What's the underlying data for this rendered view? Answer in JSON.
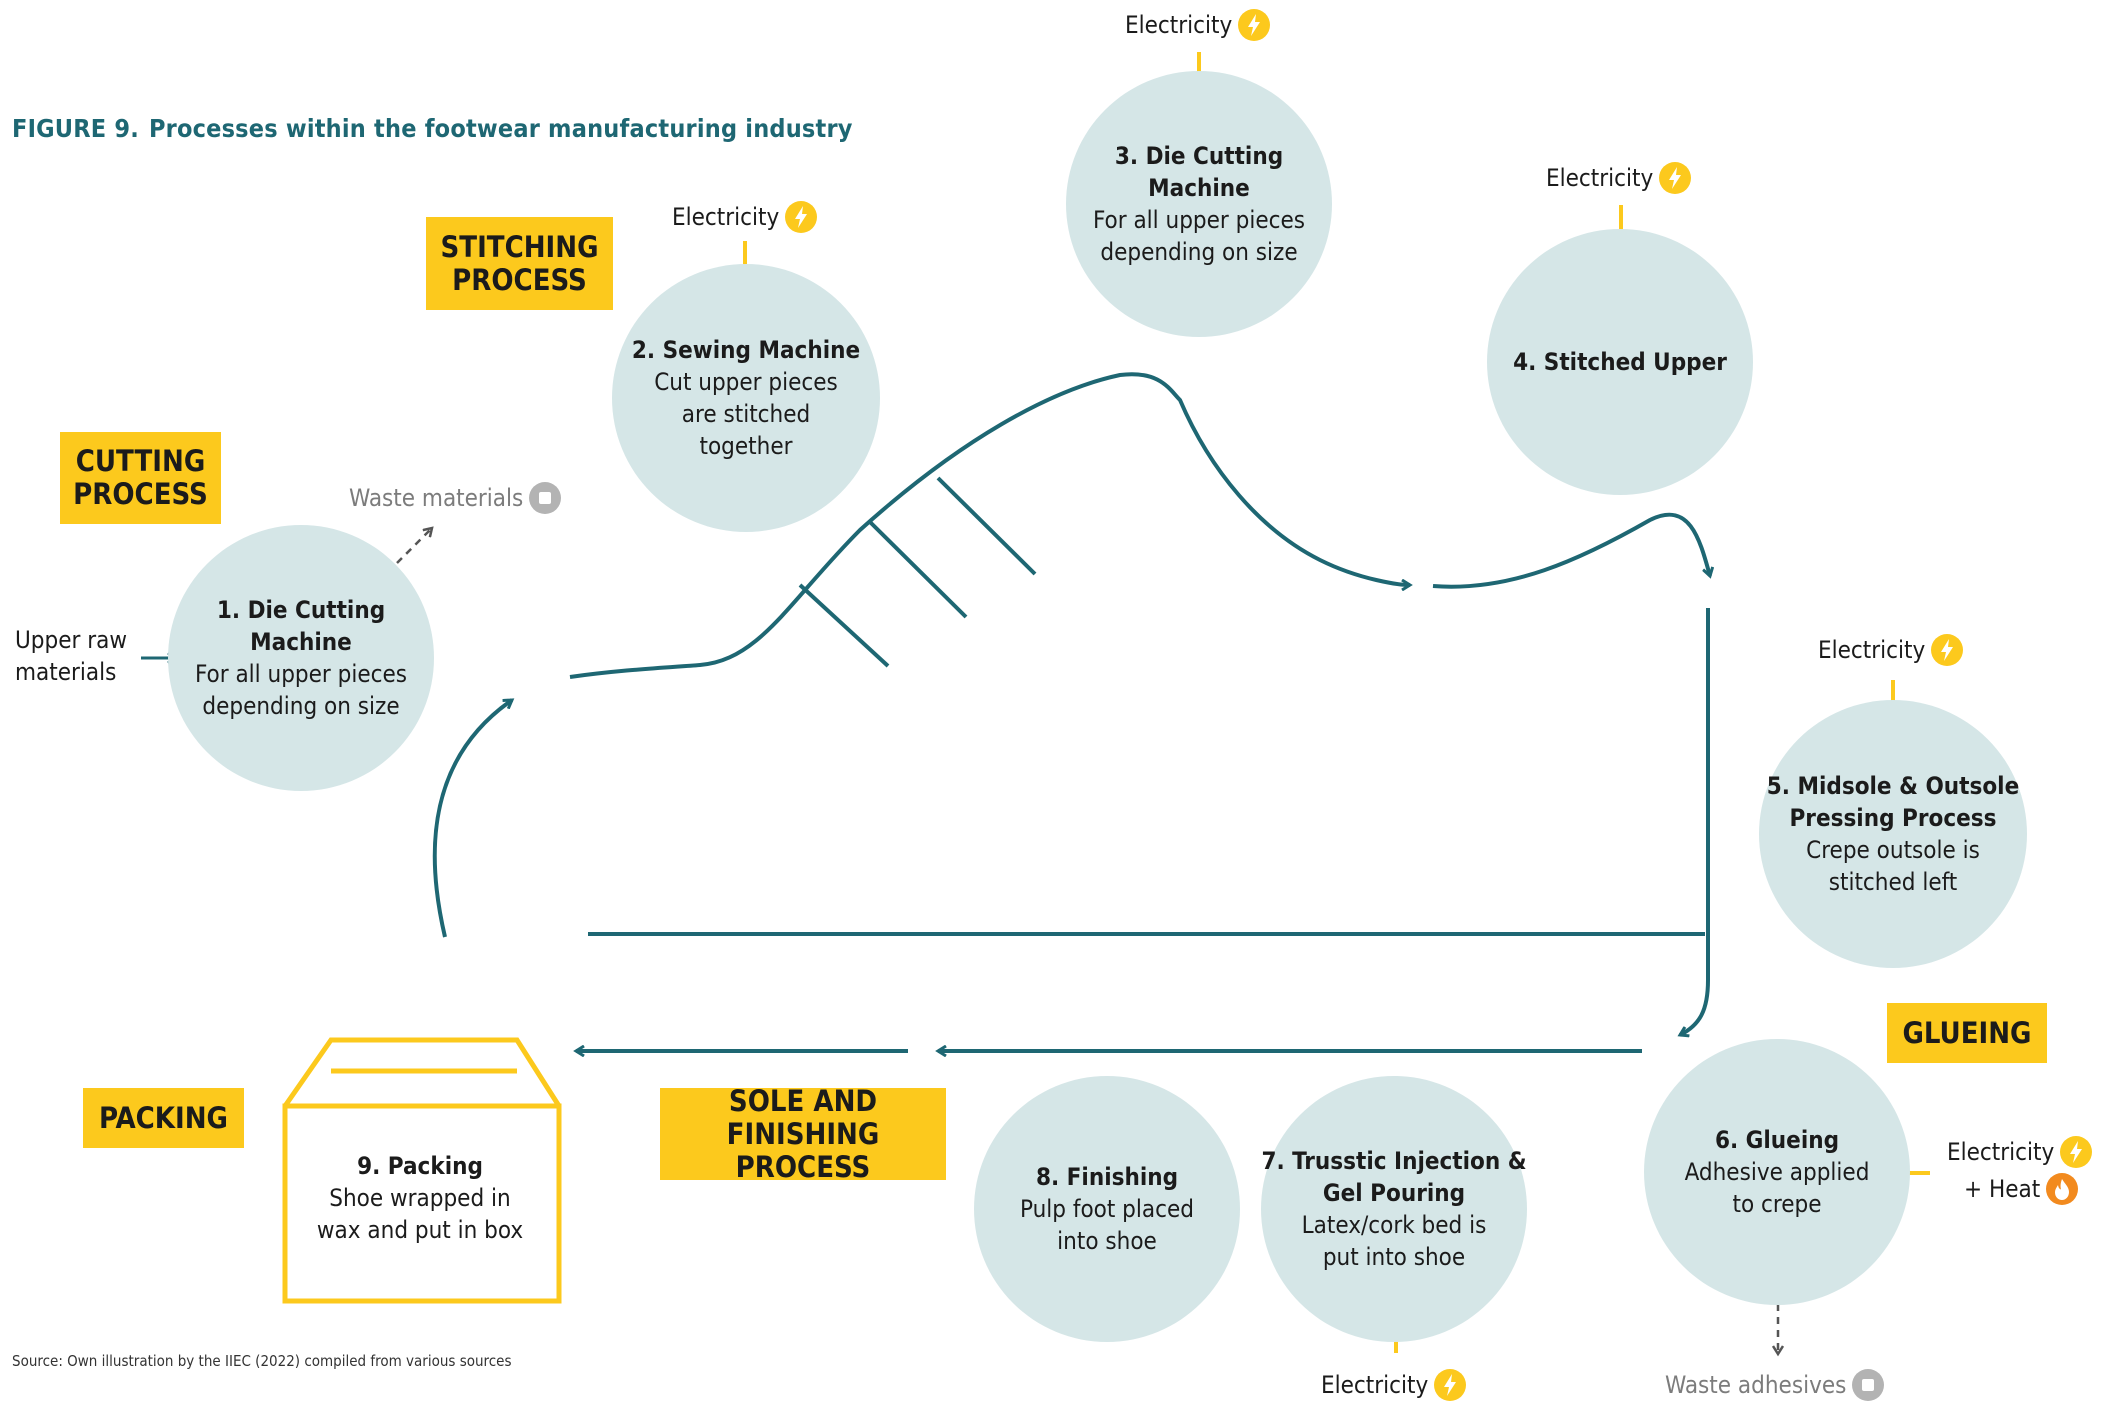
{
  "figure": {
    "label": "FIGURE 9.",
    "title": "Processes within the footwear manufacturing industry",
    "source": "Source: Own illustration by the IIEC (2022) compiled from various sources"
  },
  "stages": {
    "cutting": [
      "CUTTING",
      "PROCESS"
    ],
    "stitching": [
      "STITCHING",
      "PROCESS"
    ],
    "glueing": [
      "GLUEING"
    ],
    "sole": [
      "SOLE AND",
      "FINISHING PROCESS"
    ],
    "packing": [
      "PACKING"
    ]
  },
  "steps": [
    {
      "head": "1. Die Cutting Machine",
      "lines": [
        "For all upper pieces",
        "depending on size"
      ]
    },
    {
      "head": "2. Sewing Machine",
      "lines": [
        "Cut upper pieces",
        "are stitched",
        "together"
      ]
    },
    {
      "head": "3. Die Cutting Machine",
      "lines": [
        "For all upper pieces",
        "depending on size"
      ]
    },
    {
      "head": "4. Stitched Upper",
      "lines": []
    },
    {
      "head_lines": [
        "5. Midsole & Outsole",
        "Pressing Process"
      ],
      "lines": [
        "Crepe outsole is",
        "stitched left"
      ]
    },
    {
      "head": "6. Glueing",
      "lines": [
        "Adhesive applied",
        "to crepe"
      ]
    },
    {
      "head_lines": [
        "7. Trusstic Injection &",
        "Gel Pouring"
      ],
      "lines": [
        "Latex/cork bed is",
        "put into shoe"
      ]
    },
    {
      "head": "8. Finishing",
      "lines": [
        "Pulp foot placed",
        "into shoe"
      ]
    },
    {
      "head": "9. Packing",
      "lines": [
        "Shoe wrapped in",
        "wax and put in box"
      ]
    }
  ],
  "inputs": {
    "electricity": "Electricity",
    "heat": "+ Heat",
    "raw_materials": [
      "Upper raw",
      "materials"
    ]
  },
  "outputs": {
    "waste_materials": "Waste materials",
    "waste_adhesives": "Waste adhesives"
  },
  "colors": {
    "accent_yellow": "#fcc91d",
    "circle_fill": "#d5e6e7",
    "flow_line": "#1e6773",
    "heat_orange": "#f28a1e",
    "waste_grey": "#b3b3b3"
  },
  "icons": {
    "electricity": "lightning-bolt-icon",
    "heat": "flame-icon",
    "waste": "stop-square-icon"
  }
}
